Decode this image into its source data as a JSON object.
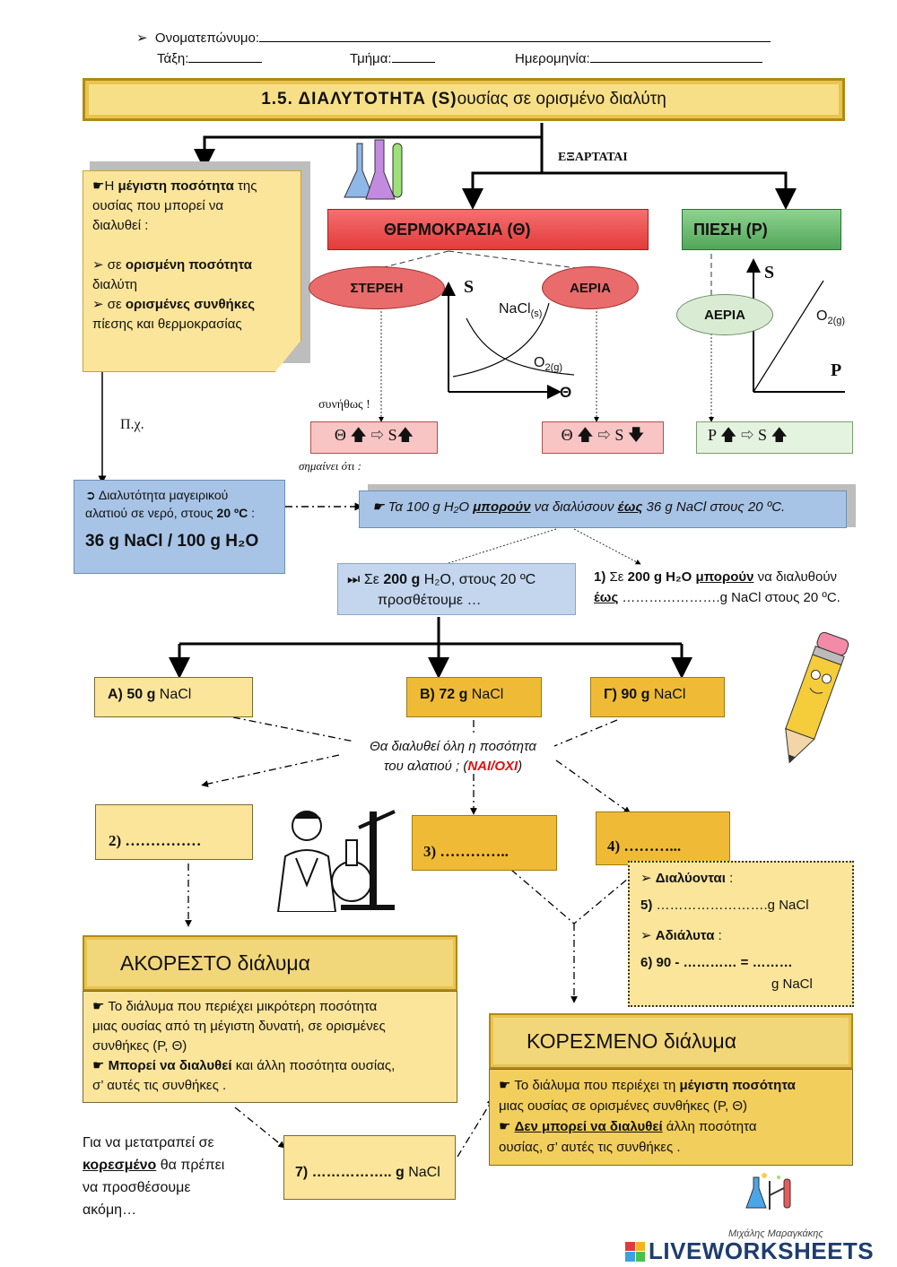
{
  "header": {
    "name_label": "Ονοματεπώνυμο:",
    "class_label": "Τάξη:",
    "section_label": "Τμήμα:",
    "date_label": "Ημερομηνία:"
  },
  "title": {
    "bold": "1.5. ΔΙΑΛΥΤΟΤΗΤΑ (S)",
    "rest": " ουσίας σε ορισμένο διαλύτη"
  },
  "depends_label": "ΕΞΑΡΤΑΤΑΙ",
  "definition": {
    "l1a": "Η ",
    "l1b": "μέγιστη ποσότητα",
    "l1c": " της",
    "l2": "ουσίας που μπορεί να",
    "l3": "διαλυθεί :",
    "l4a": "σε ",
    "l4b": "ορισμένη ποσότητα",
    "l5": "διαλύτη",
    "l6a": "σε ",
    "l6b": "ορισμένες συνθήκες",
    "l7": "πίεσης και θερμοκρασίας"
  },
  "temperature_label": "ΘΕΡΜΟΚΡΑΣΙΑ (Θ)",
  "pressure_label": "ΠΙΕΣΗ (P)",
  "solid_label": "ΣΤΕΡΕΗ",
  "gas_label": "ΑΕΡΙΑ",
  "gas_label2": "ΑΕΡΙΑ",
  "graph1": {
    "y_label": "S",
    "x_label": "Θ",
    "curve1": "NaCl",
    "curve1_sub": "(s)",
    "curve2": "O",
    "curve2_sub": "2(g)"
  },
  "graph2": {
    "y_label": "S",
    "x_label": "P",
    "curve": "O",
    "curve_sub": "2(g)"
  },
  "usually_label": "συνήθως !",
  "means_label": "σημαίνει ότι :",
  "rule_solid": "Θ 🡅 ⇨ S🡅",
  "rule_gas": "Θ 🡅 ⇨ S 🡇",
  "rule_pressure": "P 🡅 ⇨ S 🡅",
  "eg_label": "Π.χ.",
  "example_box": {
    "line1": "➲ Διαλυτότητα μαγειρικού",
    "line2a": "αλατιού σε νερό, στους ",
    "line2b": "20 ºC",
    "line2c": " :",
    "line3": "36 g NaCl / 100 g H₂O"
  },
  "meaning_box": {
    "a": "☛  Τα 100 g H₂O ",
    "b": "μπορούν",
    "c": " να διαλύσουν ",
    "d": "έως",
    "e": " 36 g NaCl στους 20 ºC."
  },
  "add_box": {
    "l1a": "⏭ Σε ",
    "l1b": "200 g",
    "l1c": " H₂O, στους 20 ºC",
    "l2": "προσθέτουμε …"
  },
  "q1": {
    "a": "1) ",
    "b": "Σε ",
    "c": "200 g H₂O",
    "d": " ",
    "e": "μπορούν",
    "f": " να διαλυθούν",
    "g": "έως",
    "h": " ………………….g NaCl  στους 20 ºC."
  },
  "options": [
    {
      "bold": "Α) 50 g",
      "rest": " NaCl"
    },
    {
      "bold": "Β)  72 g",
      "rest": " NaCl"
    },
    {
      "bold": "Γ)   90 g",
      "rest": " NaCl"
    }
  ],
  "question": {
    "l1": "Θα διαλυθεί όλη η ποσότητα",
    "l2a": "του αλατιού ; (",
    "l2b": "ΝΑΙ/ΟΧΙ",
    "l2c": ")"
  },
  "answers": {
    "a2": "2) ……………",
    "a3": "3) …………..",
    "a4": "4)  ………..."
  },
  "dissolve_box": {
    "l1": "Διαλύονται",
    "l1b": " :",
    "l2a": "5)",
    "l2b": " …………………….g NaCl",
    "l3": "Αδιάλυτα",
    "l3b": " :",
    "l4": "6) 90 -   ………… = ………",
    "l5": "g NaCl"
  },
  "unsaturated": {
    "title": "ΑΚΟΡΕΣΤΟ διάλυμα",
    "l1": "☛ Το διάλυμα που περιέχει μικρότερη ποσότητα",
    "l2": "μιας ουσίας από τη μέγιστη δυνατή, σε ορισμένες",
    "l3": "συνθήκες (P, Θ)",
    "l4a": "☛ ",
    "l4b": "Μπορεί να διαλυθεί",
    "l4c": " και άλλη ποσότητα ουσίας,",
    "l5": "σ’ αυτές τις συνθήκες ."
  },
  "saturated": {
    "title": "ΚΟΡΕΣΜΕΝΟ διάλυμα",
    "l1a": "☛ Το διάλυμα που περιέχει τη ",
    "l1b": "μέγιστη ποσότητα",
    "l2": "μιας ουσίας σε ορισμένες συνθήκες (P, Θ)",
    "l3a": "☛ ",
    "l3b": "Δεν μπορεί να διαλυθεί",
    "l3c": " άλλη ποσότητα",
    "l4": "ουσίας, σ’ αυτές τις συνθήκες ."
  },
  "convert": {
    "l1": "Για να μετατραπεί σε",
    "l2": "κορεσμένο",
    "l2b": " θα πρέπει",
    "l3": "να προσθέσουμε",
    "l4": "ακόμη…"
  },
  "a7": {
    "bold": "7) ……………..  g",
    "rest": " NaCl"
  },
  "author": "Μιχάλης Μαραγκάκης",
  "brand": "LIVEWORKSHEETS",
  "colors": {
    "accent_red": "#e43b3b",
    "accent_green": "#51a75a",
    "accent_orange": "#efbb36",
    "accent_blue": "#a7c4e6"
  }
}
